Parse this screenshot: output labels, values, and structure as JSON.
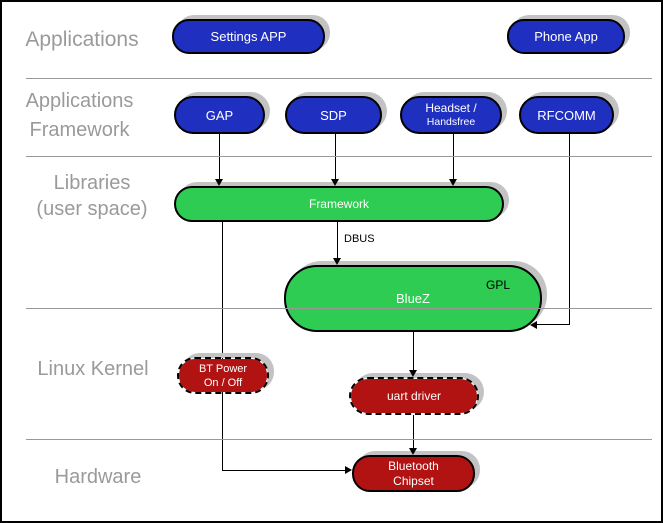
{
  "layers": {
    "applications": "Applications",
    "app_framework_line1": "Applications",
    "app_framework_line2": "Framework",
    "libraries_line1": "Libraries",
    "libraries_line2": "(user space)",
    "linux_kernel": "Linux Kernel",
    "hardware": "Hardware"
  },
  "nodes": {
    "settings_app": "Settings APP",
    "phone_app": "Phone App",
    "gap": "GAP",
    "sdp": "SDP",
    "headset_line1": "Headset /",
    "headset_line2": "Handsfree",
    "rfcomm": "RFCOMM",
    "framework": "Framework",
    "bluez": "BlueZ",
    "gpl_badge": "GPL",
    "bt_power_line1": "BT Power",
    "bt_power_line2": "On / Off",
    "uart_driver": "uart driver",
    "chipset_line1": "Bluetooth",
    "chipset_line2": "Chipset"
  },
  "edge_labels": {
    "dbus": "DBUS"
  },
  "edges": [
    {
      "from": "GAP",
      "to": "Framework"
    },
    {
      "from": "SDP",
      "to": "Framework"
    },
    {
      "from": "Headset / Handsfree",
      "to": "Framework"
    },
    {
      "from": "RFCOMM",
      "to": "BlueZ"
    },
    {
      "from": "Framework",
      "to": "BlueZ",
      "label": "DBUS"
    },
    {
      "from": "Framework",
      "to": "Bluetooth Chipset"
    },
    {
      "from": "BlueZ",
      "to": "uart driver"
    },
    {
      "from": "uart driver",
      "to": "Bluetooth Chipset"
    }
  ],
  "colors": {
    "app_pill_blue": "#1f2fc0",
    "userspace_pill_green": "#2ecc52",
    "kernel_pill_red": "#b11212",
    "layer_label_gray": "#9a9a9a",
    "divider_gray": "#999999",
    "pill_shadow_gray": "#c3c3c3",
    "connector_black": "#000000",
    "background": "#ffffff"
  }
}
